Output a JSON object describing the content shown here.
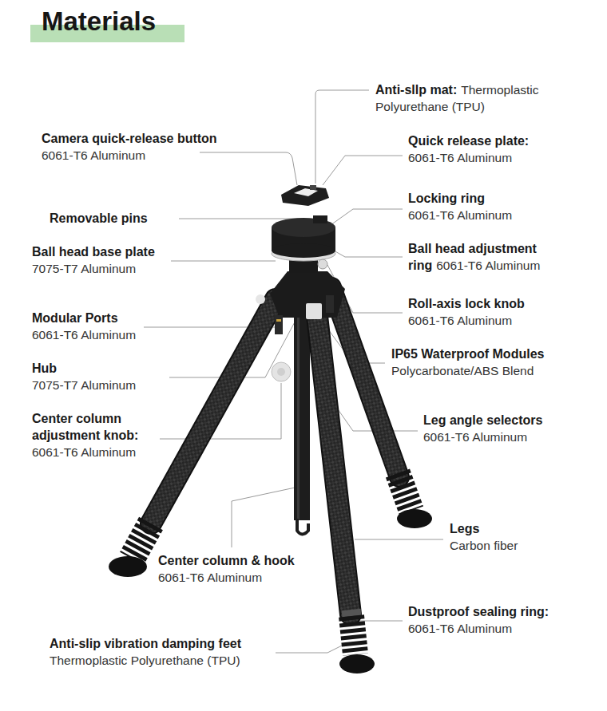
{
  "diagram": {
    "title": "Materials",
    "labels": [
      "Anti-sllp mat:",
      "Thermoplastic Polyurethane (TPU)",
      "Camera quick-release button",
      "6061-T6 Aluminum",
      "Quick release plate:",
      "6061-T6 Aluminum",
      "Locking ring",
      "6061-T6 Aluminum",
      "Removable pins",
      "Ball head base plate",
      "7075-T7 Aluminum",
      "Ball head adjustment ring",
      "6061-T6 Aluminum",
      "Modular Ports",
      "6061-T6 Aluminum",
      "Roll-axis lock knob",
      "6061-T6 Aluminum",
      "Hub",
      "7075-T7 Aluminum",
      "IP65 Waterproof Modules",
      "Polycarbonate/ABS Blend",
      "Center column adjustment knob:",
      "6061-T6 Aluminum",
      "Leg angle selectors",
      "6061-T6 Aluminum",
      "Legs",
      "Carbon fiber",
      "Center column & hook",
      "6061-T6 Aluminum",
      "Dustproof sealing ring:",
      "6061-T6 Aluminum",
      "Anti-slip vibration damping feet",
      "Thermoplastic Polyurethane (TPU)"
    ]
  }
}
